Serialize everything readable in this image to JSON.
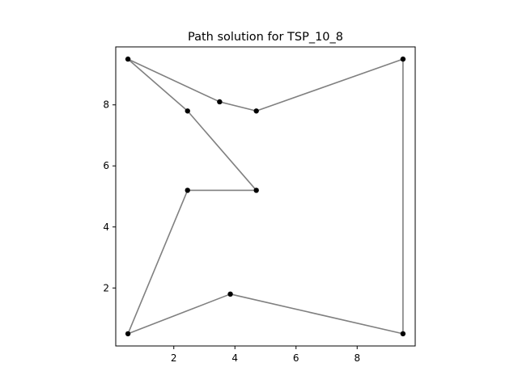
{
  "chart_data": {
    "type": "line",
    "title": "Path solution for TSP_10_8",
    "xlabel": "",
    "ylabel": "",
    "xlim": [
      0.1,
      9.9
    ],
    "ylim": [
      0.1,
      9.9
    ],
    "xticks": [
      2,
      4,
      6,
      8
    ],
    "yticks": [
      2,
      4,
      6,
      8
    ],
    "grid": false,
    "legend": "none",
    "line_color": "#808080",
    "marker_color": "#000000",
    "points": [
      {
        "x": 0.5,
        "y": 9.5
      },
      {
        "x": 3.5,
        "y": 8.1
      },
      {
        "x": 4.7,
        "y": 7.8
      },
      {
        "x": 9.5,
        "y": 9.5
      },
      {
        "x": 9.5,
        "y": 0.5
      },
      {
        "x": 3.85,
        "y": 1.8
      },
      {
        "x": 0.5,
        "y": 0.5
      },
      {
        "x": 2.45,
        "y": 5.2
      },
      {
        "x": 4.7,
        "y": 5.2
      },
      {
        "x": 2.45,
        "y": 7.8
      }
    ],
    "path_order": [
      0,
      1,
      2,
      3,
      4,
      5,
      6,
      7,
      8,
      9,
      0
    ]
  }
}
